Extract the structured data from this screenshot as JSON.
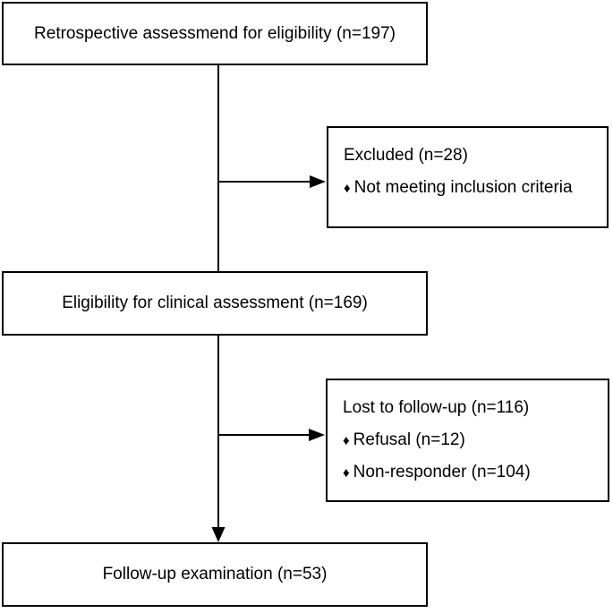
{
  "diagram": {
    "bullet_glyph": "♦",
    "colors": {
      "line": "#000000",
      "background": "#ffffff",
      "text": "#000000"
    },
    "boxes": [
      {
        "id": "retrospective",
        "label": "Retrospective assessmend for eligibility (n=197)"
      },
      {
        "id": "excluded",
        "title": "Excluded (n=28)",
        "items": [
          "Not meeting inclusion criteria"
        ]
      },
      {
        "id": "clinical",
        "label": "Eligibility for clinical assessment (n=169)"
      },
      {
        "id": "lost",
        "title": "Lost to follow-up (n=116)",
        "items": [
          "Refusal (n=12)",
          "Non-responder (n=104)"
        ]
      },
      {
        "id": "followup",
        "label": "Follow-up examination (n=53)"
      }
    ],
    "connectors": [
      {
        "from": "retrospective",
        "to": "clinical"
      },
      {
        "from": "retrospective",
        "to": "excluded"
      },
      {
        "from": "clinical",
        "to": "followup"
      },
      {
        "from": "clinical",
        "to": "lost"
      }
    ]
  }
}
